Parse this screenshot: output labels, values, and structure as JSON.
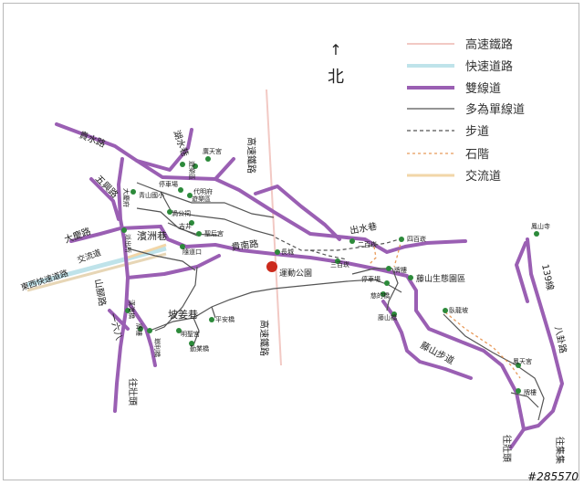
{
  "compass": {
    "arrow": "↑",
    "label": "北"
  },
  "legend": [
    {
      "label": "高速鐵路",
      "color": "#f2c9c4",
      "style": "rail"
    },
    {
      "label": "快速道路",
      "color": "#bfe3ea",
      "style": "expressway"
    },
    {
      "label": "雙線道",
      "color": "#9a5fb3",
      "style": "double"
    },
    {
      "label": "多為單線道",
      "color": "#555555",
      "style": "single"
    },
    {
      "label": "步道",
      "color": "#555555",
      "style": "trail"
    },
    {
      "label": "石階",
      "color": "#e89a5a",
      "style": "steps"
    },
    {
      "label": "交流道",
      "color": "#f2d6a8",
      "style": "interchange"
    }
  ],
  "roads": {
    "guishui": "貴水路",
    "hushui": "湖水巷",
    "wuxing": "五興路",
    "daqing": "大慶路",
    "dongxi_express": "東西快速道路",
    "jiaoliudao": "交流道",
    "shancheng": "山腳路",
    "yiliuba": "一六八",
    "hsr_top": "高速鐵路",
    "hsr_bottom": "高速鐵路",
    "guinan": "貴南路",
    "binzhou": "濱洲巷",
    "poxiang": "坡姜巷",
    "chushui": "出水巷",
    "line139": "139線",
    "bagua": "八卦路",
    "wangzhuangtou_left": "往壯頭",
    "wangzhuangtou_right": "往壯頭",
    "wangjiji": "往集集",
    "songshan_trail": "藤山步道"
  },
  "places": [
    {
      "name": "廣天宮"
    },
    {
      "name": "遊樂區"
    },
    {
      "name": "停車場"
    },
    {
      "name": "大慶府"
    },
    {
      "name": "代明府"
    },
    {
      "name": "遊樂區"
    },
    {
      "name": "青山國小"
    },
    {
      "name": "渦公祠"
    },
    {
      "name": "吉井"
    },
    {
      "name": "聖后宮"
    },
    {
      "name": "隨道口"
    },
    {
      "name": "派出所"
    },
    {
      "name": "長城"
    },
    {
      "name": "運動公園"
    },
    {
      "name": "二百崁"
    },
    {
      "name": "四百崁"
    },
    {
      "name": "三百崁"
    },
    {
      "name": "牌樓"
    },
    {
      "name": "藤山生態園區"
    },
    {
      "name": "停車場"
    },
    {
      "name": "慈的橋"
    },
    {
      "name": "藤山橋"
    },
    {
      "name": "臥龍坡"
    },
    {
      "name": "鳳山寺"
    },
    {
      "name": "鳳天宮"
    },
    {
      "name": "牌樓"
    },
    {
      "name": "平安橋"
    },
    {
      "name": "明聖宮"
    },
    {
      "name": "勤業橋"
    },
    {
      "name": "漢港橋"
    },
    {
      "name": "牌樓"
    },
    {
      "name": "瑯利橋"
    }
  ],
  "watermark": "#285570"
}
